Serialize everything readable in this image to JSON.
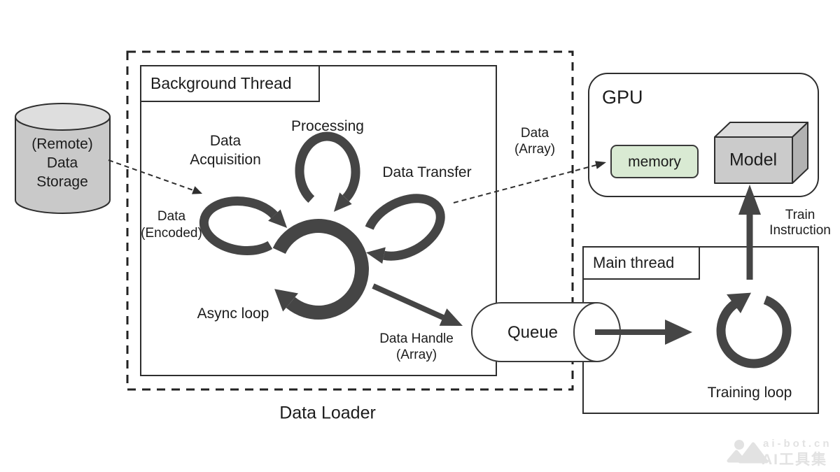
{
  "storage": {
    "line1": "(Remote)",
    "line2": "Data",
    "line3": "Storage"
  },
  "loader": {
    "caption": "Data Loader",
    "thread_title": "Background Thread",
    "acq1": "Data",
    "acq2": "Acquisition",
    "processing": "Processing",
    "transfer": "Data Transfer",
    "async": "Async loop",
    "enc1": "Data",
    "enc2": "(Encoded)",
    "handle1": "Data Handle",
    "handle2": "(Array)"
  },
  "queue": {
    "label": "Queue"
  },
  "flow": {
    "data_array_1": "Data",
    "data_array_2": "(Array)",
    "train_1": "Train",
    "train_2": "Instruction"
  },
  "gpu": {
    "title": "GPU",
    "memory": "memory",
    "model": "Model"
  },
  "main": {
    "title": "Main thread",
    "training": "Training loop"
  },
  "watermark": {
    "site": "ai-bot.cn",
    "brand": "AI工具集"
  },
  "colors": {
    "arrow_dark": "#454545",
    "line": "#2e2e2e",
    "storage_fill": "#c9c9c9",
    "storage_top_fill": "#dedede",
    "memory_fill": "#d9ead3",
    "model_front": "#cbcbcb",
    "model_top": "#dcdcdc",
    "model_side": "#b2b2b2",
    "watermark": "#e2e2e2"
  }
}
